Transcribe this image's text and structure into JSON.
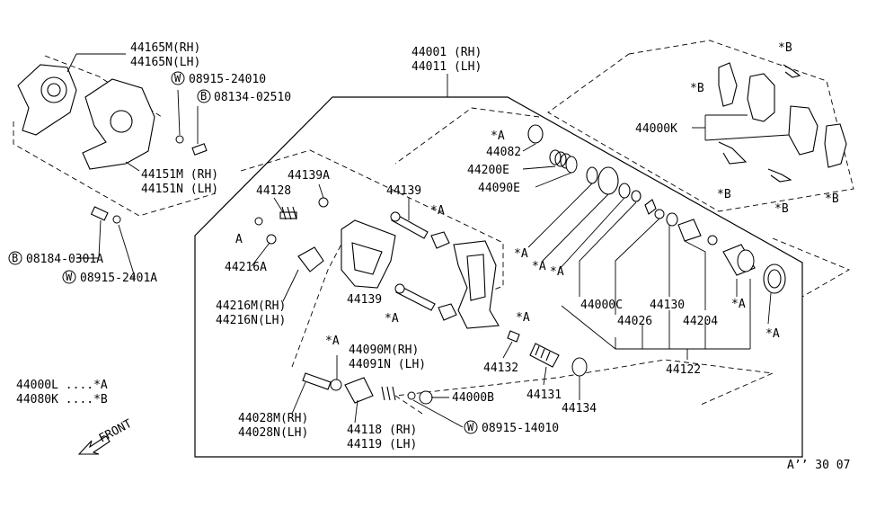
{
  "labels": {
    "caliper_rh": "44001 (RH)",
    "caliper_lh": "44011 (LH)",
    "plate_m": "44165M(RH)",
    "plate_n": "44165N(LH)",
    "washer_24010": "08915-24010",
    "bolt_02510": "08134-02510",
    "shield_m": "44151M (RH)",
    "shield_n": "44151N (LH)",
    "bolt_0301a": "08184-0301A",
    "washer_2401a": "08915-2401A",
    "pad_kit_k": "44000K",
    "mark_b_1": "*B",
    "mark_b_2": "*B",
    "mark_b_3": "*B",
    "mark_b_4": "*B",
    "mark_b_5": "*B",
    "mark_a_44082": "*A",
    "p44082": "44082",
    "p44200e": "44200E",
    "p44090e": "44090E",
    "p44139a": "44139A",
    "p44128": "44128",
    "p44139_top": "44139",
    "mark_a_44139": "*A",
    "mark_a_left": "A",
    "p44216a": "44216A",
    "p44216m": "44216M(RH)",
    "p44216n": "44216N(LH)",
    "p44139_mid": "44139",
    "mark_a_mid": "*A",
    "mark_a_r1": "*A",
    "mark_a_r2": "*A",
    "mark_a_r3": "*A",
    "p44000c": "44000C",
    "p44130": "44130",
    "p44026": "44026",
    "p44204": "44204",
    "mark_a_r4": "*A",
    "mark_a_r5": "*A",
    "p44122": "44122",
    "mark_a_44132": "*A",
    "p44132": "44132",
    "p44131": "44131",
    "p44134": "44134",
    "mark_a_low": "*A",
    "p44090m": "44090M(RH)",
    "p44091n": "44091N (LH)",
    "p44000b": "44000B",
    "p44028m": "44028M(RH)",
    "p44028n": "44028N(LH)",
    "p44118": "44118 (RH)",
    "p44119": "44119 (LH)",
    "washer_14010": "08915-14010",
    "legend_a": "44000L ....*A",
    "legend_b": "44080K ....*B",
    "front": "FRONT",
    "diagram_code": "A’’ 30 07",
    "circle_w": "W",
    "circle_b": "B"
  }
}
